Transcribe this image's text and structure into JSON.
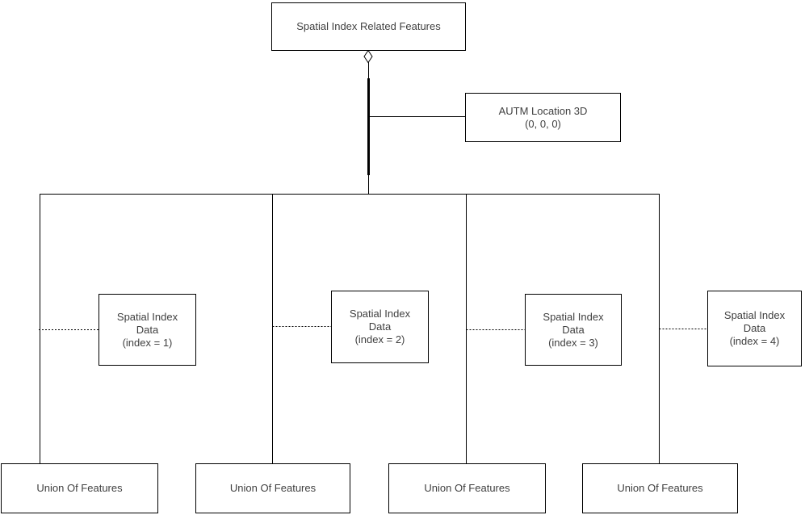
{
  "diagram": {
    "root_node": {
      "label": "Spatial Index Related Features"
    },
    "location_node": {
      "line1": "AUTM Location 3D",
      "line2": "(0, 0, 0)"
    },
    "spatial_index_nodes": [
      {
        "line1": "Spatial Index",
        "line2": "Data",
        "line3": "(index = 1)"
      },
      {
        "line1": "Spatial Index",
        "line2": "Data",
        "line3": "(index = 2)"
      },
      {
        "line1": "Spatial Index",
        "line2": "Data",
        "line3": "(index = 3)"
      },
      {
        "line1": "Spatial Index",
        "line2": "Data",
        "line3": "(index = 4)"
      }
    ],
    "union_nodes": [
      {
        "label": "Union Of Features"
      },
      {
        "label": "Union Of Features"
      },
      {
        "label": "Union Of Features"
      },
      {
        "label": "Union Of Features"
      }
    ],
    "colors": {
      "line": "#000000",
      "text": "#3f3f3f",
      "background": "#ffffff"
    }
  }
}
